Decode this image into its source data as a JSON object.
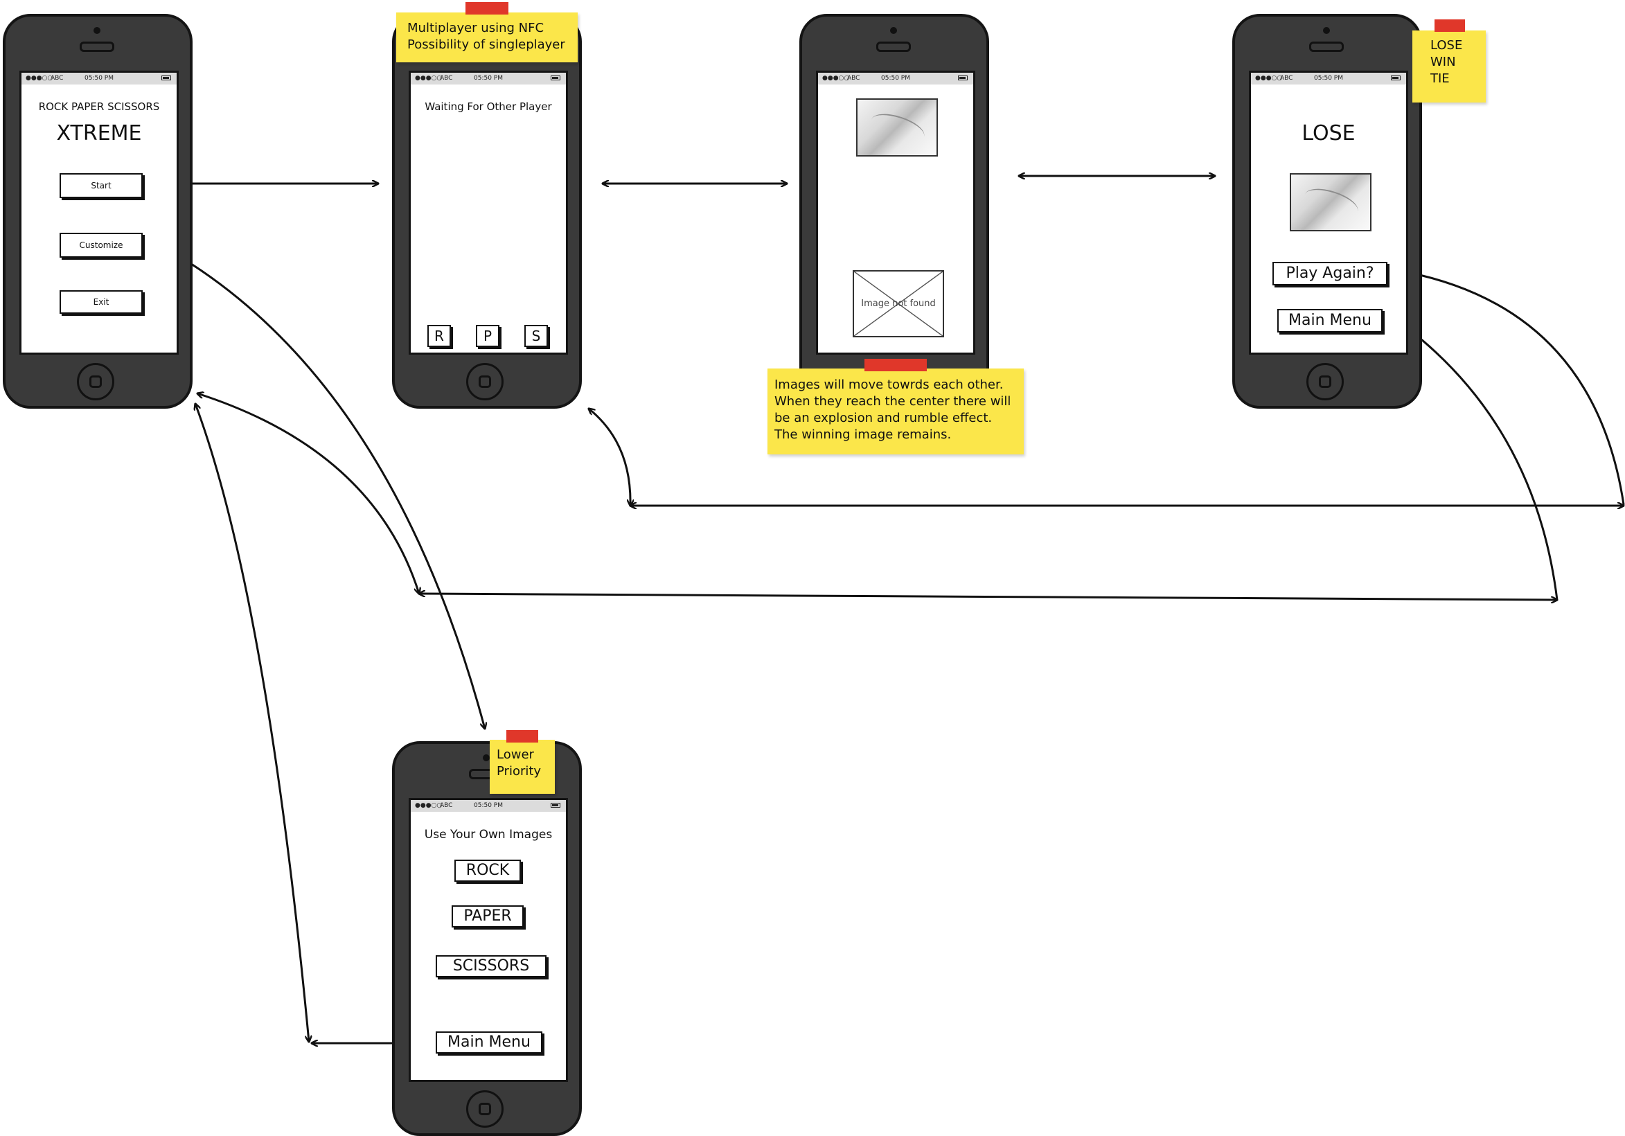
{
  "status_bar": {
    "signal": "●●●○○",
    "carrier": "ABC",
    "time": "05:50 PM"
  },
  "screens": {
    "main_menu": {
      "title_small": "ROCK PAPER SCISSORS",
      "title_large": "XTREME",
      "buttons": [
        "Start",
        "Customize",
        "Exit"
      ]
    },
    "waiting": {
      "title": "Waiting For Other Player",
      "choice_buttons": [
        "R",
        "P",
        "S"
      ]
    },
    "battle": {
      "missing_image_label": "Image not found"
    },
    "result": {
      "result_text": "LOSE",
      "buttons": [
        "Play Again?",
        "Main Menu"
      ]
    },
    "customize": {
      "title": "Use Your Own Images",
      "buttons": [
        "ROCK",
        "PAPER",
        "SCISSORS",
        "Main Menu"
      ]
    }
  },
  "notes": {
    "multiplayer": [
      "Multiplayer using NFC",
      "Possibility of singleplayer"
    ],
    "animation": [
      "Images will move towrds each other.",
      "When they reach the center there will",
      "be an explosion and rumble effect.",
      "The winning image remains."
    ],
    "outcomes": [
      "LOSE",
      "WIN",
      "TIE"
    ],
    "priority": [
      "Lower",
      "Priority"
    ]
  },
  "colors": {
    "phone_body": "#3a3a3a",
    "sticky_note": "#fbe64a",
    "tape": "#e0372a",
    "screen": "#ffffff",
    "status_bar": "#dcdcdc"
  }
}
